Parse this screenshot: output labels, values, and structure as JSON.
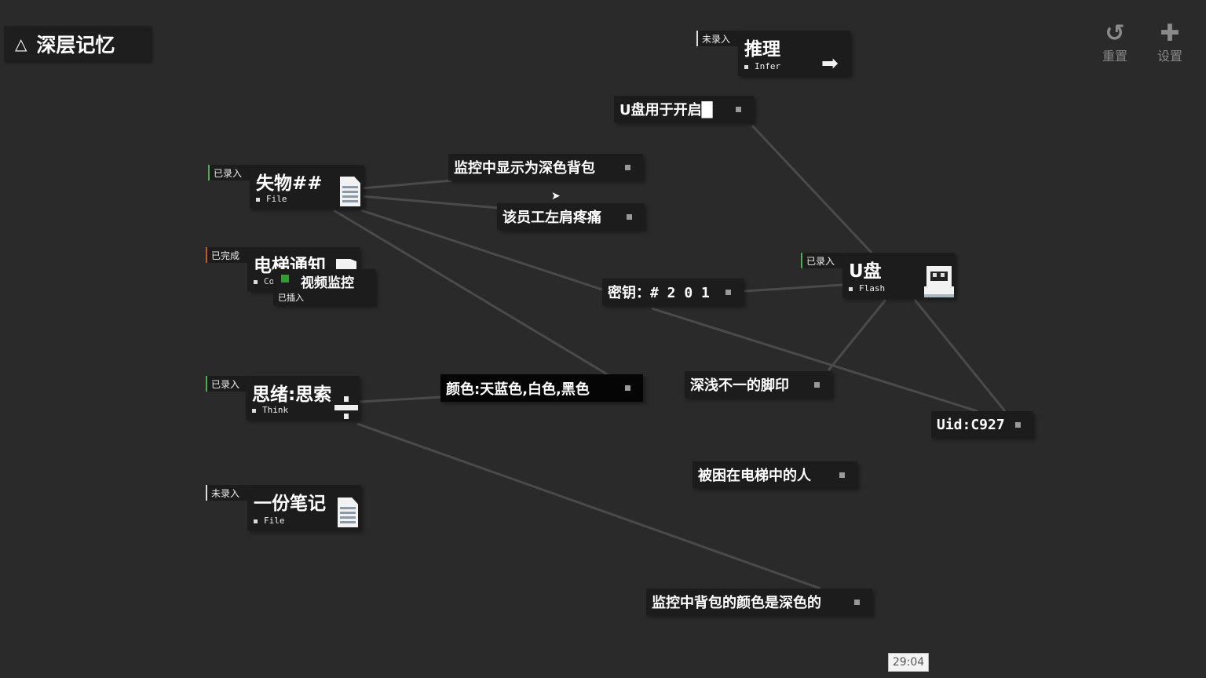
{
  "app_title": "深层记忆",
  "toolbar": {
    "reset_label": "重置",
    "settings_label": "设置"
  },
  "nodes": {
    "lost_item": {
      "status": "已录入",
      "title": "失物##",
      "type": "File"
    },
    "elevator": {
      "status": "已完成",
      "title": "电梯通知",
      "type": "Co"
    },
    "video": {
      "title": "视频监控",
      "sub": "已插入"
    },
    "think": {
      "status": "已录入",
      "title": "思绪:思索",
      "type": "Think"
    },
    "note": {
      "status": "未录入",
      "title": "一份笔记",
      "type": "File"
    },
    "infer": {
      "status": "未录入",
      "title": "推理",
      "type": "Infer"
    },
    "usb": {
      "status": "已录入",
      "title": "U盘",
      "type": "Flash"
    }
  },
  "facts": {
    "usb_open": "U盘用于开启█",
    "dark_bag": "监控中显示为深色背包",
    "shoulder": "该员工左肩疼痛",
    "key": "密钥：# 2 0 1",
    "color": "颜色:天蓝色,白色,黑色",
    "footprints": "深浅不一的脚印",
    "uid": "Uid:C927",
    "trapped": "被困在电梯中的人",
    "bag_color": "监控中背包的颜色是深色的"
  },
  "timer": "29:04"
}
